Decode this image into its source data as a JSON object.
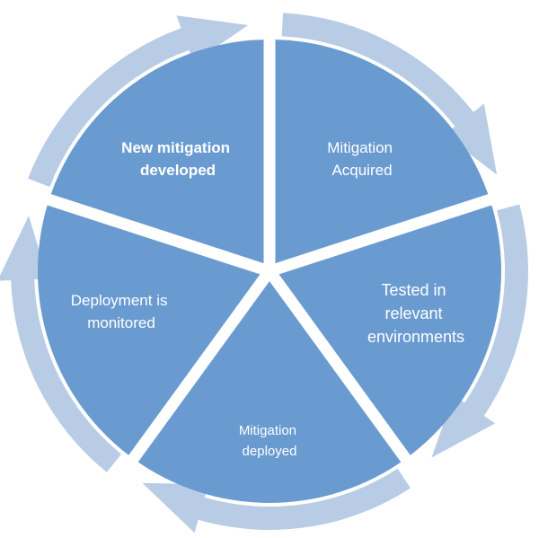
{
  "colors": {
    "segment_fill": "#6a9bd0",
    "ring_arrow": "#b9cce5",
    "separator": "#ffffff",
    "label_text": "#ffffff"
  },
  "stages": [
    {
      "id": "new-mitigation-developed",
      "lines": [
        "New mitigation",
        "developed"
      ],
      "bold": true
    },
    {
      "id": "mitigation-acquired",
      "lines": [
        "Mitigation",
        "Acquired"
      ],
      "bold": false
    },
    {
      "id": "tested-in-relevant-environments",
      "lines": [
        "Tested in",
        "relevant",
        "environments"
      ],
      "bold": false
    },
    {
      "id": "mitigation-deployed",
      "lines": [
        "Mitigation",
        "deployed"
      ],
      "bold": false
    },
    {
      "id": "deployment-is-monitored",
      "lines": [
        "Deployment is",
        "monitored"
      ],
      "bold": false
    }
  ]
}
